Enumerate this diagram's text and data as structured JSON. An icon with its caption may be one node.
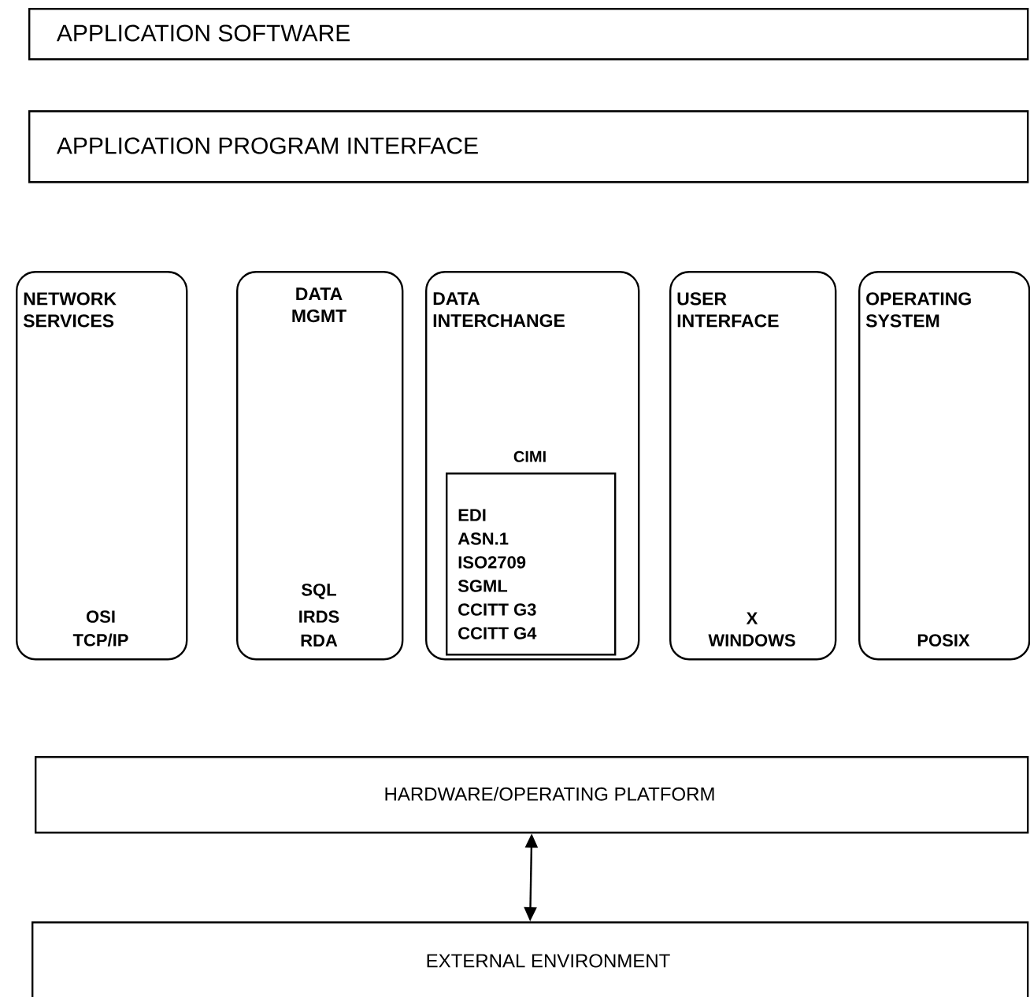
{
  "diagram": {
    "nodes": [
      {
        "text": [
          "APPLICATION SOFTWARE"
        ]
      },
      {
        "text": [
          "APPLICATION PROGRAM INTERFACE"
        ]
      },
      {
        "text": [
          "NETWORK SERVICES",
          "OSI",
          "TCP/IP"
        ]
      },
      {
        "text": [
          "DATA MGMT",
          "SQL",
          "IRDS",
          "RDA"
        ]
      },
      {
        "text": [
          "DATA INTERCHANGE"
        ]
      },
      {
        "text": [
          "CIMI",
          "EDI",
          "ASN.1",
          "ISO2709",
          "SGML",
          "CCITT G3",
          "CCITT G4"
        ],
        "in": 4
      },
      {
        "text": [
          "USER INTERFACE",
          "X WINDOWS"
        ]
      },
      {
        "text": [
          "OPERATING SYSTEM",
          "POSIX"
        ]
      },
      {
        "text": [
          "HARDWARE/OPERATING PLATFORM"
        ]
      },
      {
        "text": [
          "EXTERNAL ENVIRONMENT"
        ]
      }
    ],
    "edges": [
      {
        "from": 8,
        "to": 9,
        "arrow": "both"
      }
    ]
  }
}
